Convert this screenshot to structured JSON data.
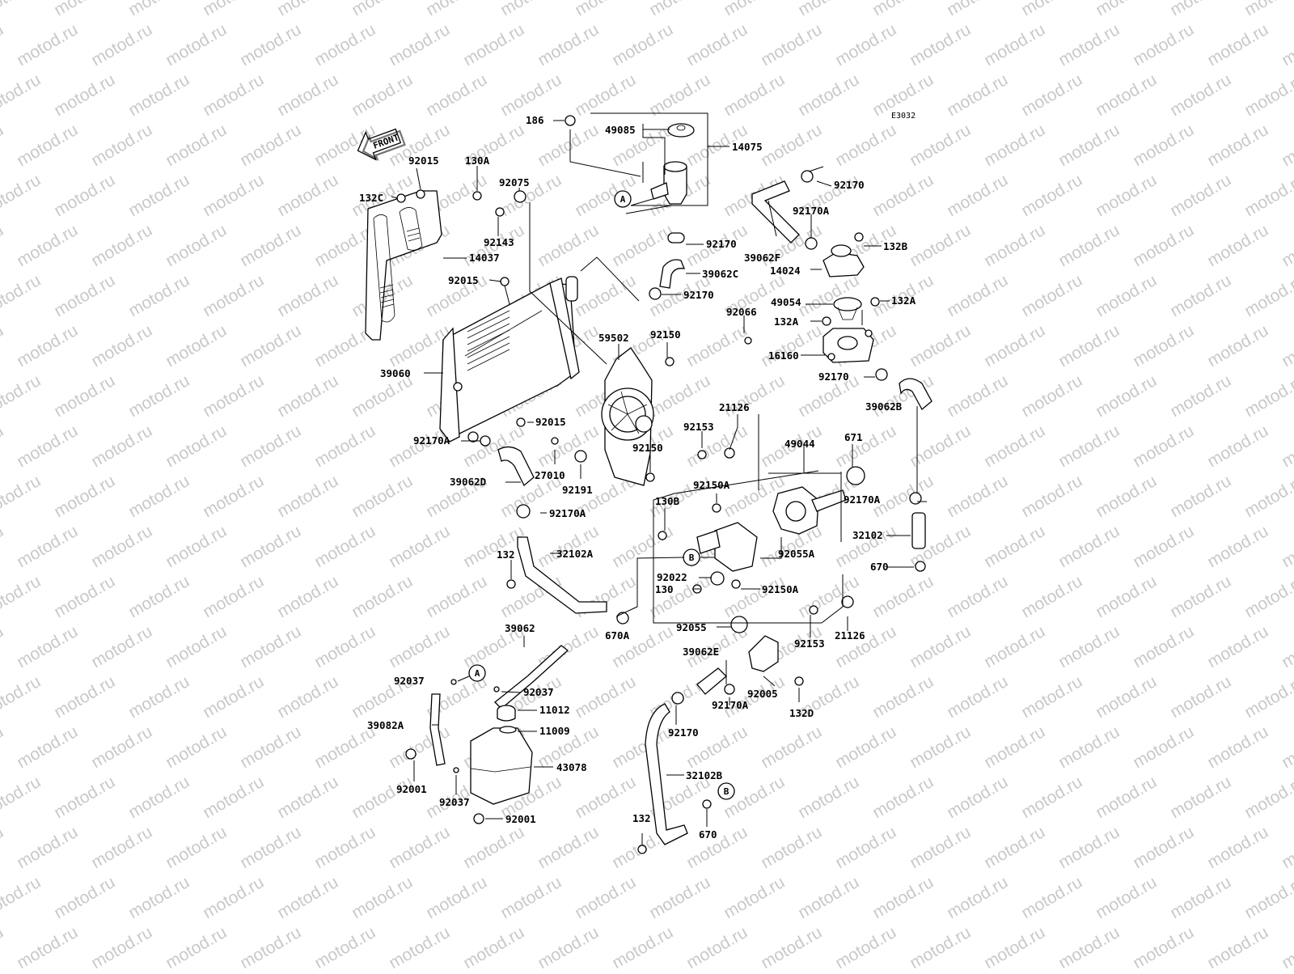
{
  "diagram": {
    "ref_code": "E3032",
    "watermark": "motod.ru",
    "front_label": "FRONT",
    "callouts": {
      "a": "A",
      "b": "B"
    },
    "labels": [
      {
        "id": "p186",
        "text": "186"
      },
      {
        "id": "p49085",
        "text": "49085"
      },
      {
        "id": "p14075",
        "text": "14075"
      },
      {
        "id": "p92015a",
        "text": "92015"
      },
      {
        "id": "p130A",
        "text": "130A"
      },
      {
        "id": "p92075",
        "text": "92075"
      },
      {
        "id": "p132C",
        "text": "132C"
      },
      {
        "id": "p92143",
        "text": "92143"
      },
      {
        "id": "p14037",
        "text": "14037"
      },
      {
        "id": "p92170a",
        "text": "92170"
      },
      {
        "id": "p92170b",
        "text": "92170"
      },
      {
        "id": "p39062C",
        "text": "39062C"
      },
      {
        "id": "p92170c",
        "text": "92170"
      },
      {
        "id": "p92015b",
        "text": "92015"
      },
      {
        "id": "p92170Aa",
        "text": "92170A"
      },
      {
        "id": "p39062F",
        "text": "39062F"
      },
      {
        "id": "p132B",
        "text": "132B"
      },
      {
        "id": "p14024",
        "text": "14024"
      },
      {
        "id": "p49054",
        "text": "49054"
      },
      {
        "id": "p132Aa",
        "text": "132A"
      },
      {
        "id": "p92066",
        "text": "92066"
      },
      {
        "id": "p132Ab",
        "text": "132A"
      },
      {
        "id": "p16160",
        "text": "16160"
      },
      {
        "id": "p92170d",
        "text": "92170"
      },
      {
        "id": "p39062B",
        "text": "39062B"
      },
      {
        "id": "p59502",
        "text": "59502"
      },
      {
        "id": "p92150a",
        "text": "92150"
      },
      {
        "id": "p39060",
        "text": "39060"
      },
      {
        "id": "p92015c",
        "text": "92015"
      },
      {
        "id": "p21126a",
        "text": "21126"
      },
      {
        "id": "p92153a",
        "text": "92153"
      },
      {
        "id": "p49044",
        "text": "49044"
      },
      {
        "id": "p671",
        "text": "671"
      },
      {
        "id": "p92170Ab",
        "text": "92170A"
      },
      {
        "id": "p92150b",
        "text": "92150"
      },
      {
        "id": "p39062D",
        "text": "39062D"
      },
      {
        "id": "p27010",
        "text": "27010"
      },
      {
        "id": "p92191",
        "text": "92191"
      },
      {
        "id": "p92150Aa",
        "text": "92150A"
      },
      {
        "id": "p92170Ac",
        "text": "92170A"
      },
      {
        "id": "p92170Ad",
        "text": "92170A"
      },
      {
        "id": "p130B",
        "text": "130B"
      },
      {
        "id": "p32102",
        "text": "32102"
      },
      {
        "id": "p132a",
        "text": "132"
      },
      {
        "id": "p32102A",
        "text": "32102A"
      },
      {
        "id": "p92055A",
        "text": "92055A"
      },
      {
        "id": "p670a",
        "text": "670"
      },
      {
        "id": "p92022",
        "text": "92022"
      },
      {
        "id": "p130",
        "text": "130"
      },
      {
        "id": "p92150Ab",
        "text": "92150A"
      },
      {
        "id": "p670A",
        "text": "670A"
      },
      {
        "id": "p39062",
        "text": "39062"
      },
      {
        "id": "p92055",
        "text": "92055"
      },
      {
        "id": "p92153b",
        "text": "92153"
      },
      {
        "id": "p21126b",
        "text": "21126"
      },
      {
        "id": "p39062E",
        "text": "39062E"
      },
      {
        "id": "p92037a",
        "text": "92037"
      },
      {
        "id": "p92037b",
        "text": "92037"
      },
      {
        "id": "p92005",
        "text": "92005"
      },
      {
        "id": "p92170Ae",
        "text": "92170A"
      },
      {
        "id": "p132D",
        "text": "132D"
      },
      {
        "id": "p11012",
        "text": "11012"
      },
      {
        "id": "p39082A",
        "text": "39082A"
      },
      {
        "id": "p11009",
        "text": "11009"
      },
      {
        "id": "p92170e",
        "text": "92170"
      },
      {
        "id": "p43078",
        "text": "43078"
      },
      {
        "id": "p32102B",
        "text": "32102B"
      },
      {
        "id": "p92001a",
        "text": "92001"
      },
      {
        "id": "p92037c",
        "text": "92037"
      },
      {
        "id": "p92001b",
        "text": "92001"
      },
      {
        "id": "p132b",
        "text": "132"
      },
      {
        "id": "p670b",
        "text": "670"
      }
    ]
  }
}
